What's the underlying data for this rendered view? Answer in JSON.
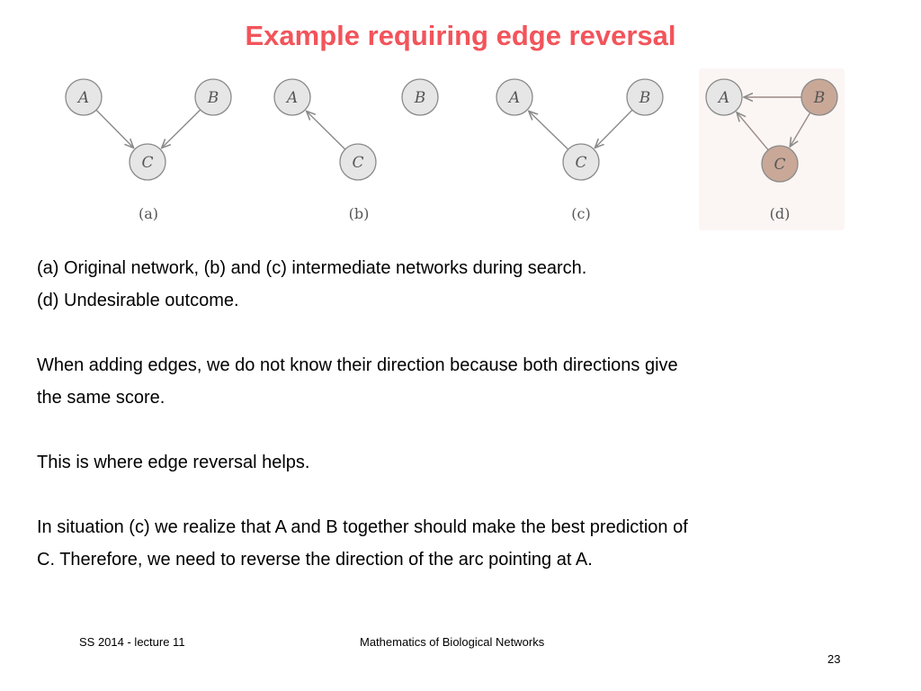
{
  "title": "Example requiring edge reversal",
  "figure": {
    "panels": [
      {
        "caption": "(a)",
        "nodes": [
          "A",
          "B",
          "C"
        ],
        "edges": [
          [
            "A",
            "C"
          ],
          [
            "B",
            "C"
          ]
        ],
        "highlighted": false
      },
      {
        "caption": "(b)",
        "nodes": [
          "A",
          "B",
          "C"
        ],
        "edges": [
          [
            "C",
            "A"
          ]
        ],
        "highlighted": false
      },
      {
        "caption": "(c)",
        "nodes": [
          "A",
          "B",
          "C"
        ],
        "edges": [
          [
            "C",
            "A"
          ],
          [
            "B",
            "C"
          ]
        ],
        "highlighted": false
      },
      {
        "caption": "(d)",
        "nodes": [
          "A",
          "B",
          "C"
        ],
        "edges": [
          [
            "B",
            "A"
          ],
          [
            "B",
            "C"
          ],
          [
            "C",
            "A"
          ]
        ],
        "highlighted": true
      }
    ]
  },
  "body": {
    "line1": "(a) Original network, (b) and (c) intermediate networks during search.",
    "line2": "(d) Undesirable outcome.",
    "line3": "When adding edges, we do not know their direction because both directions give",
    "line4": "the same score.",
    "line5": "This is where edge reversal helps.",
    "line6": "In situation (c) we realize that A and B together should make the best prediction of",
    "line7": "C.  Therefore, we need to reverse the direction of the arc pointing at A."
  },
  "footer": {
    "left": "SS 2014 - lecture 11",
    "center": "Mathematics of Biological Networks",
    "page": "23"
  },
  "colors": {
    "title": "#f2545b",
    "node_fill": "#e6e6e6",
    "node_stroke": "#8a8a8a",
    "highlight": "#c9a898"
  }
}
